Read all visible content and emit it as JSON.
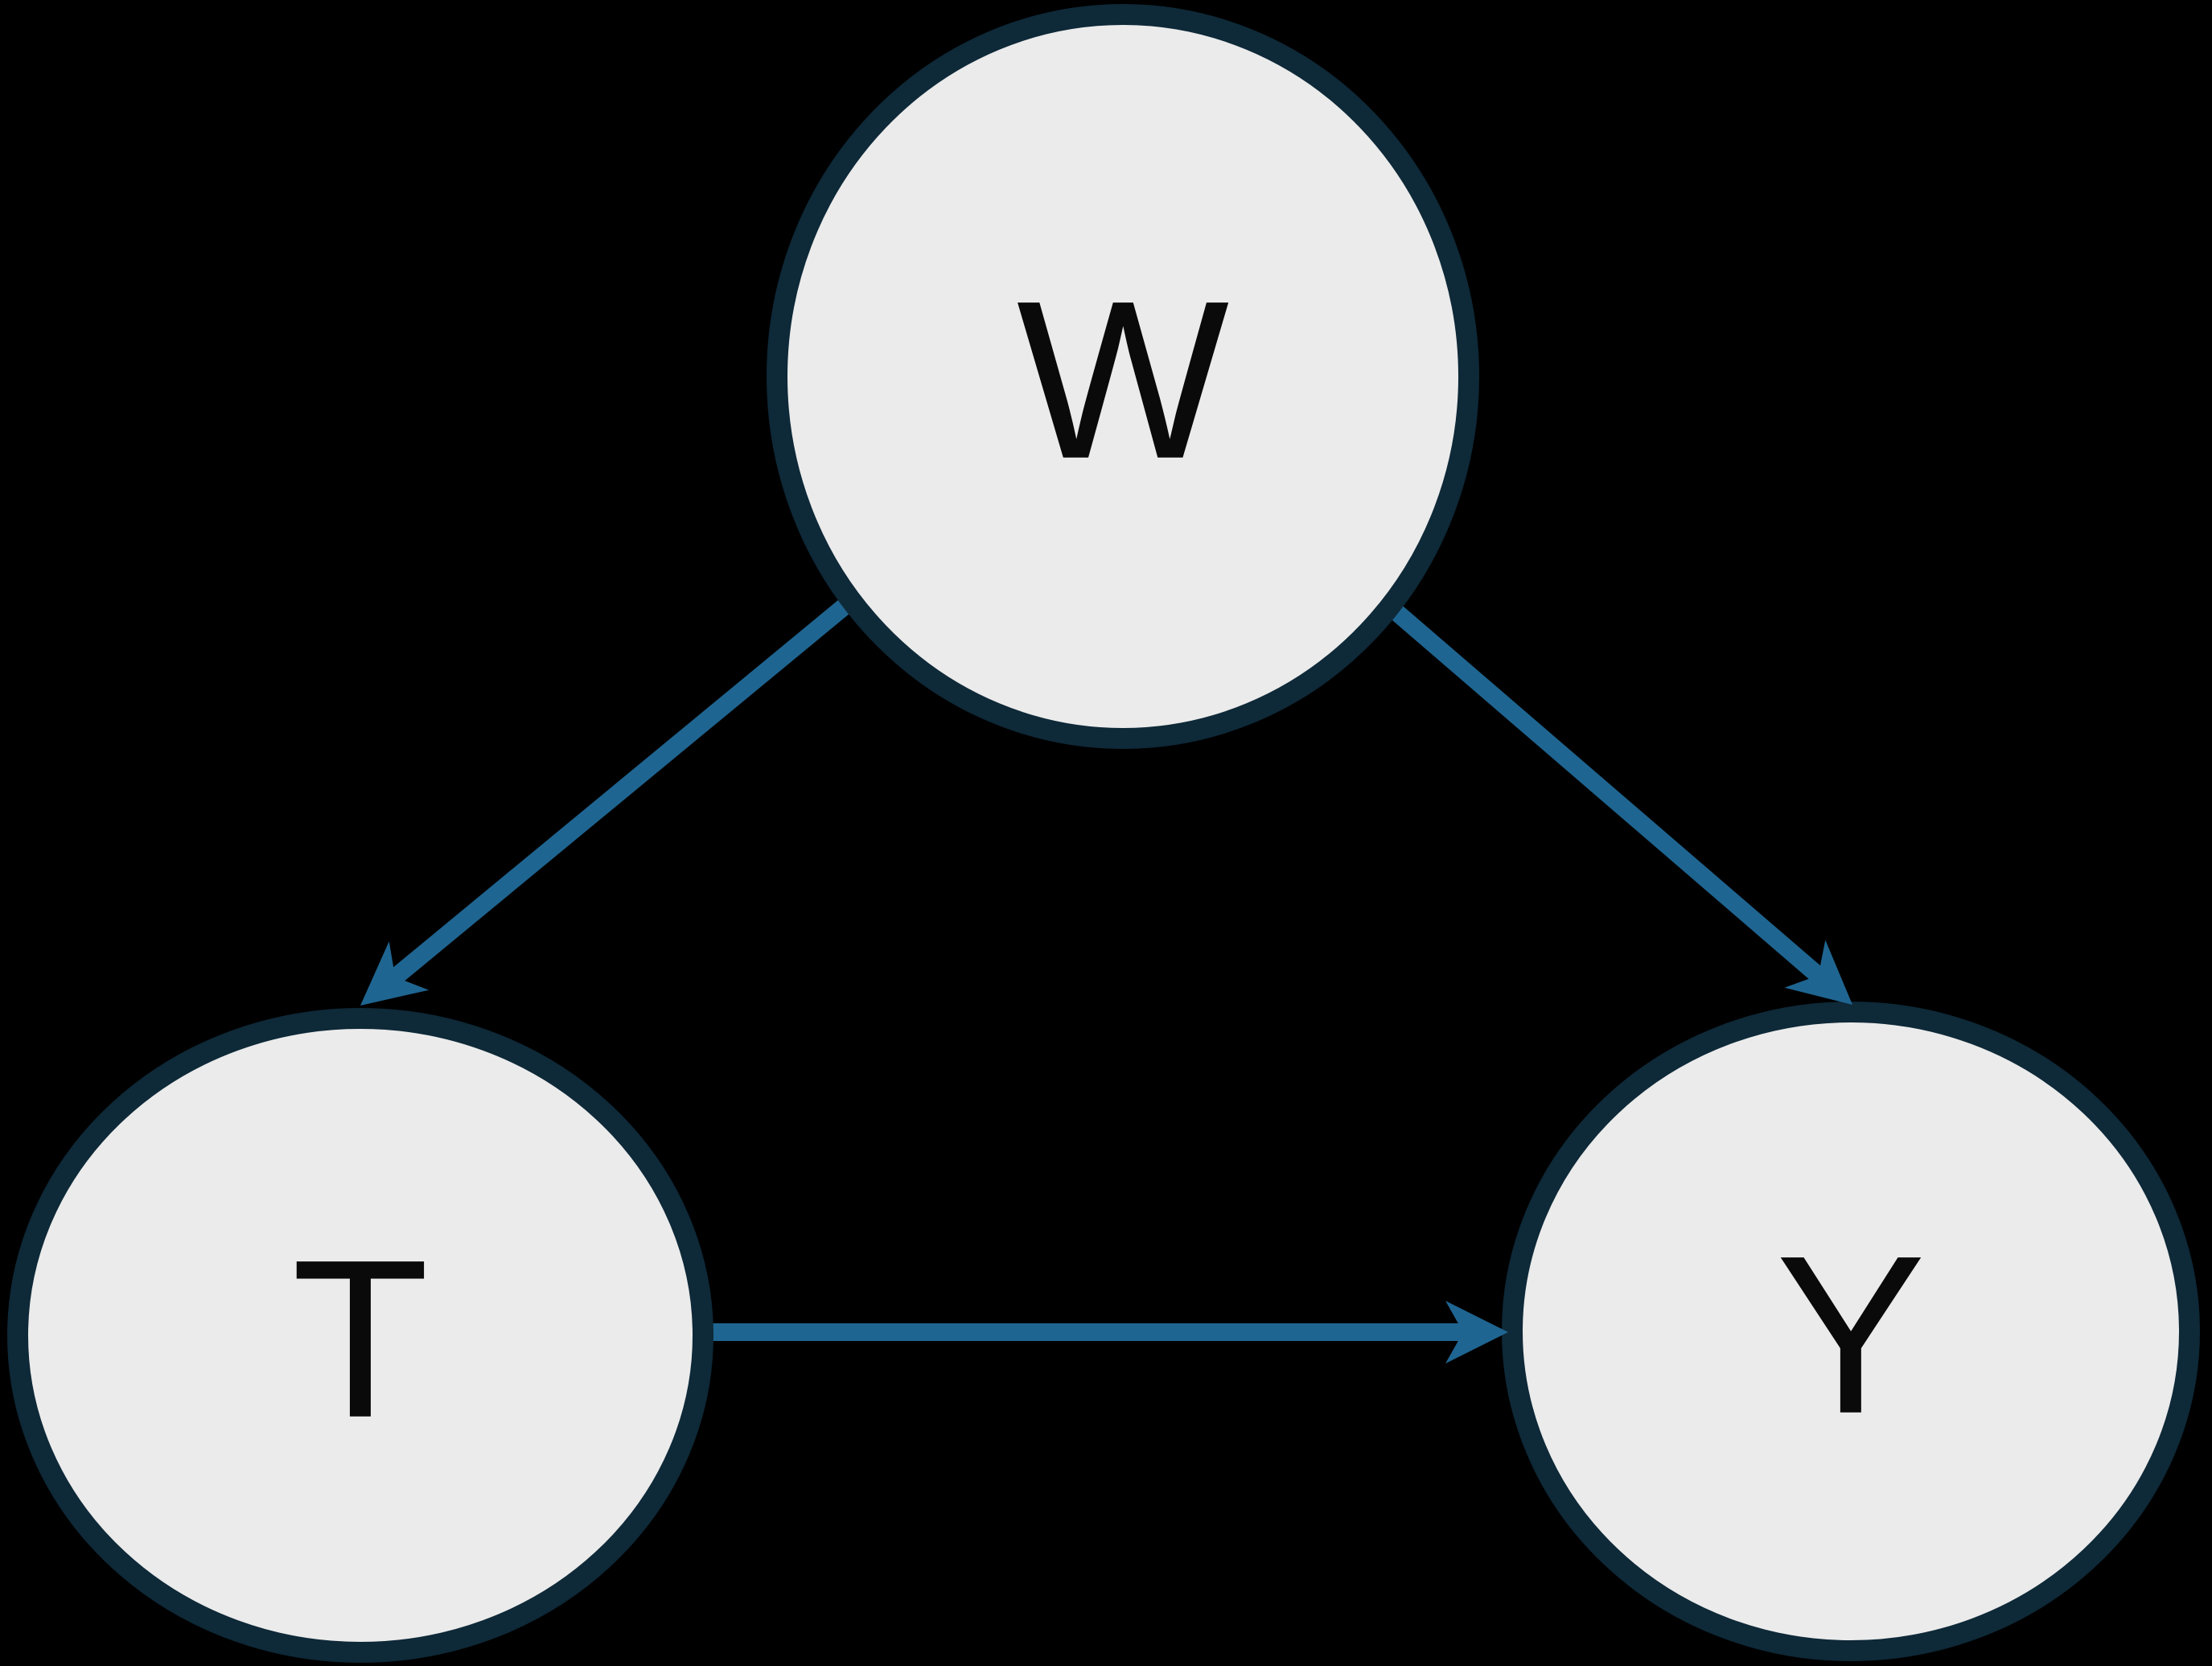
{
  "diagram": {
    "type": "causal-dag",
    "background_color": "#000000",
    "node_fill_color": "#ebebeb",
    "node_border_color": "#0e2938",
    "arrow_color": "#1f6591",
    "label_color": "#0a0a0a",
    "nodes": [
      {
        "id": "W",
        "label": "W",
        "position": "top-center"
      },
      {
        "id": "T",
        "label": "T",
        "position": "bottom-left"
      },
      {
        "id": "Y",
        "label": "Y",
        "position": "bottom-right"
      }
    ],
    "edges": [
      {
        "from": "W",
        "to": "T",
        "style": "arrow"
      },
      {
        "from": "W",
        "to": "Y",
        "style": "arrow"
      },
      {
        "from": "T",
        "to": "Y",
        "style": "arrow"
      }
    ]
  }
}
